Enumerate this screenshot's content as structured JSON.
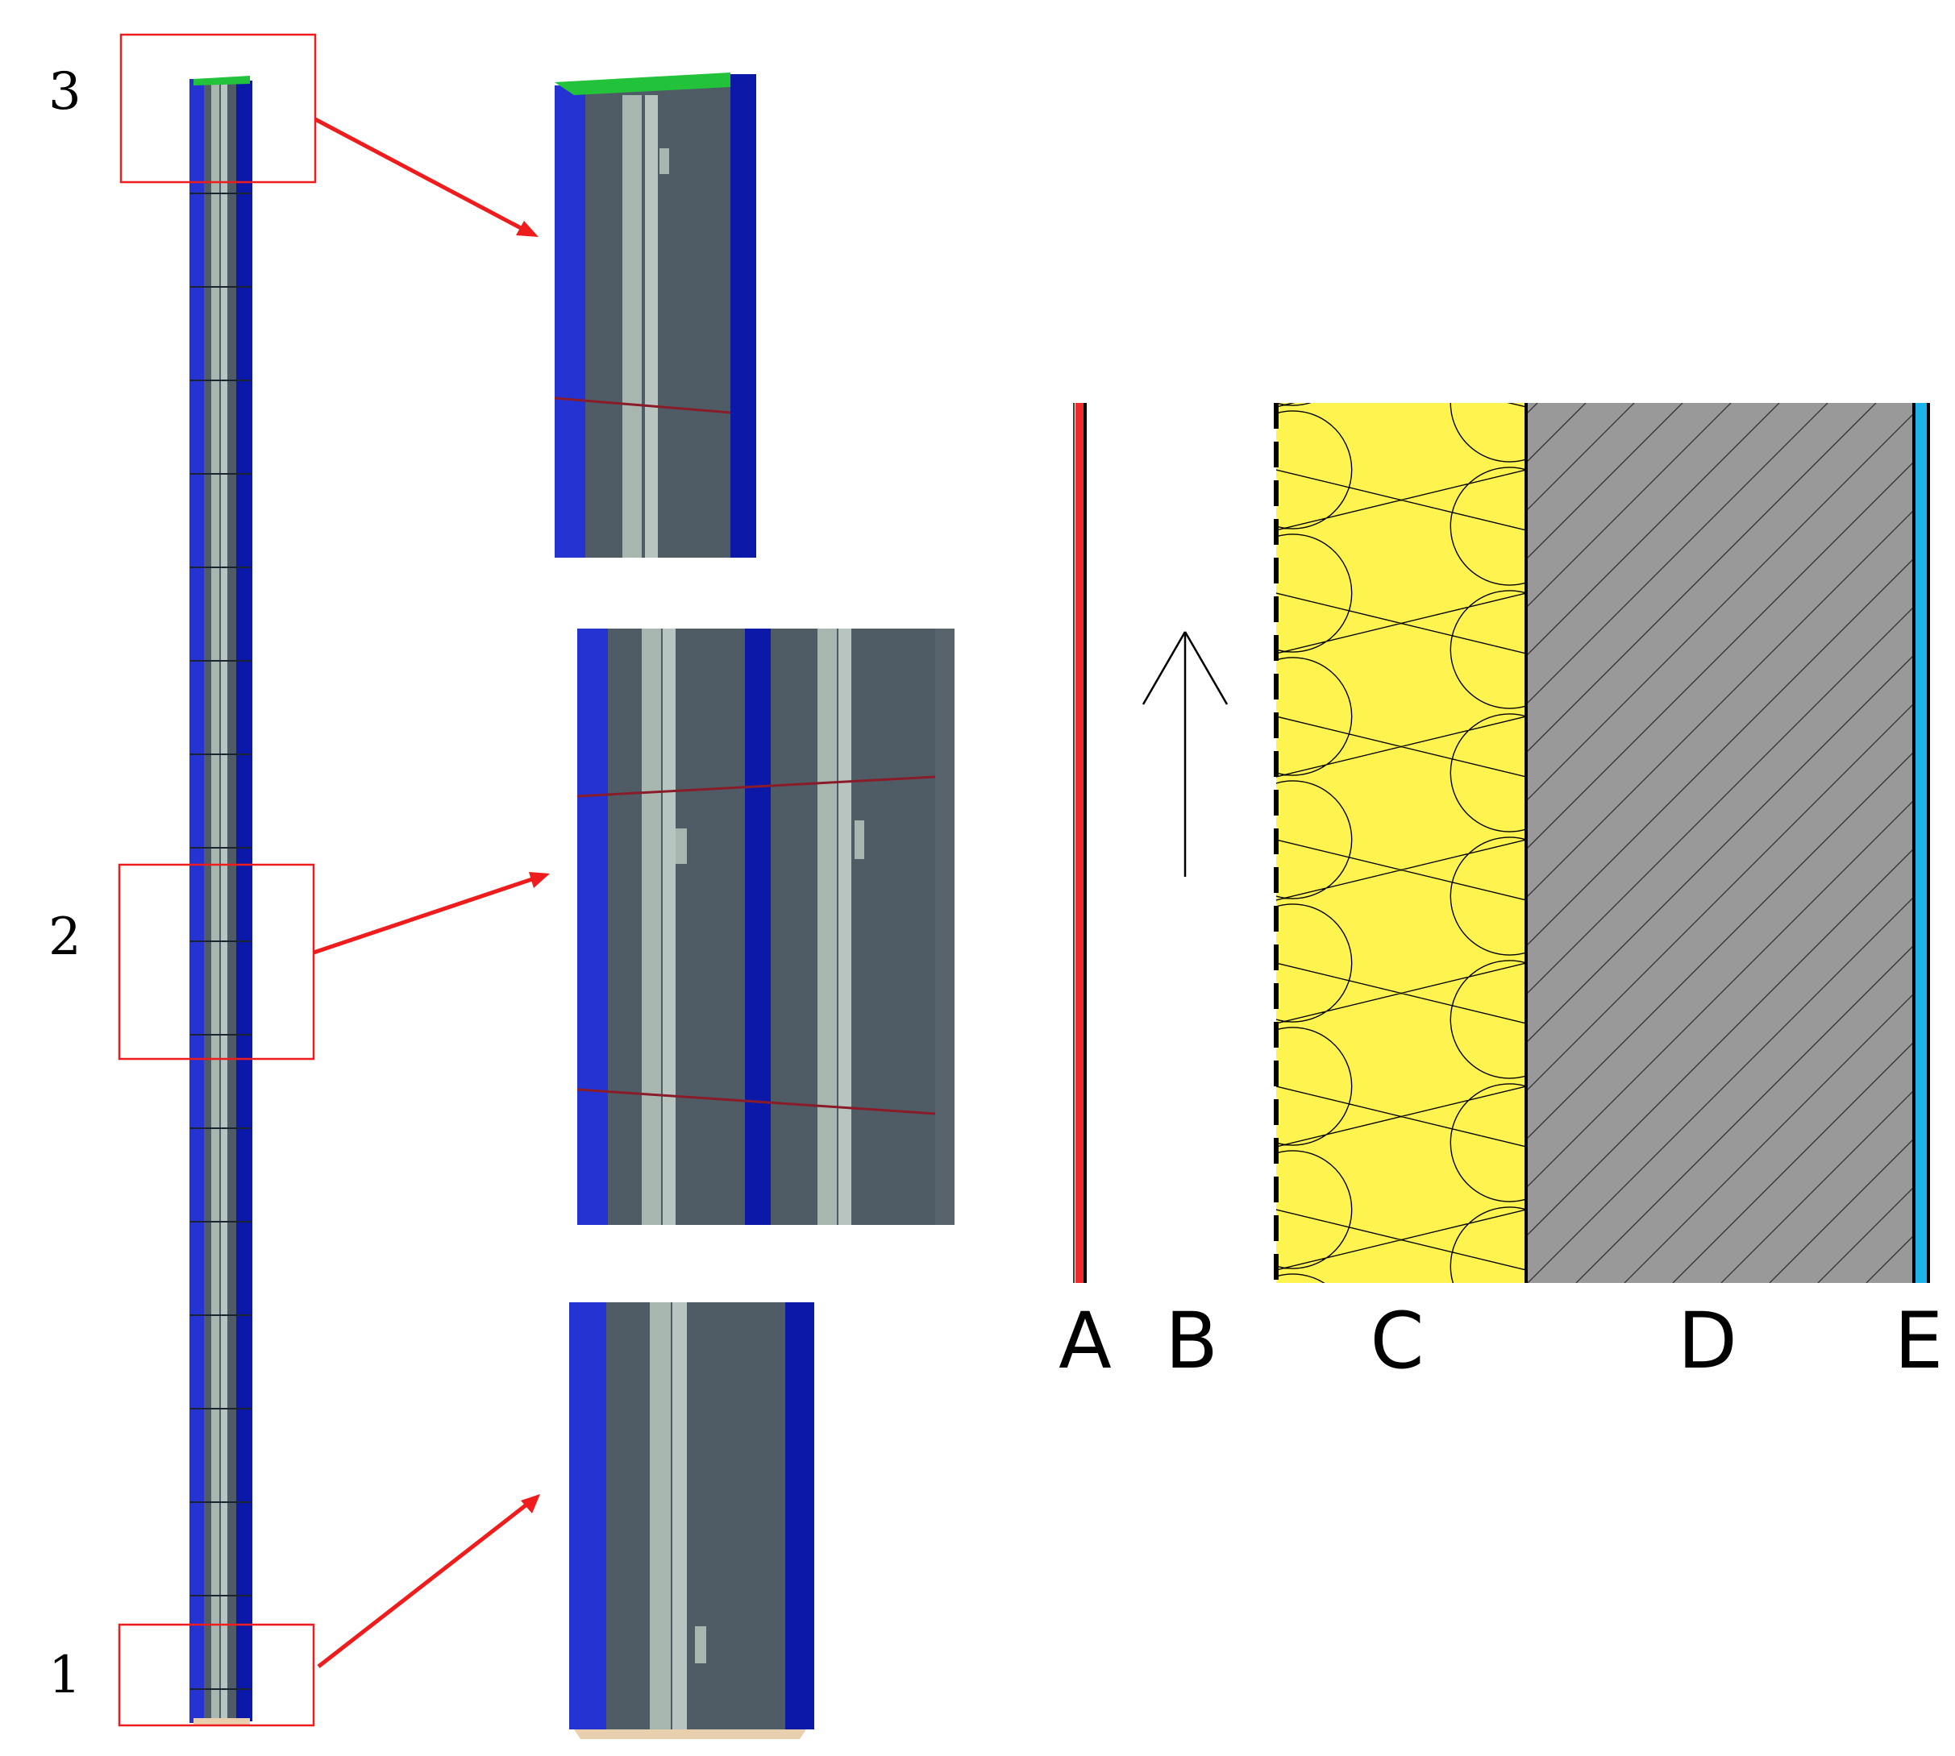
{
  "figure": {
    "detail_numbers": [
      "1",
      "2",
      "3"
    ],
    "layer_labels": [
      "A",
      "B",
      "C",
      "D",
      "E"
    ]
  },
  "colors": {
    "panel_blue": "#2433d1",
    "panel_blue_dark": "#0c18a8",
    "panel_gray": "#4f5b65",
    "stud_gray": "#a8b6b0",
    "top_plate_green": "#22c23a",
    "bottom_plate_tan": "#e8cfae",
    "callout_red": "#ee1c1c",
    "insulation_yellow": "#fff44f",
    "masonry_gray": "#999999",
    "liner_blue": "#1ab4ea",
    "cladding_red": "#ee2a2a"
  }
}
